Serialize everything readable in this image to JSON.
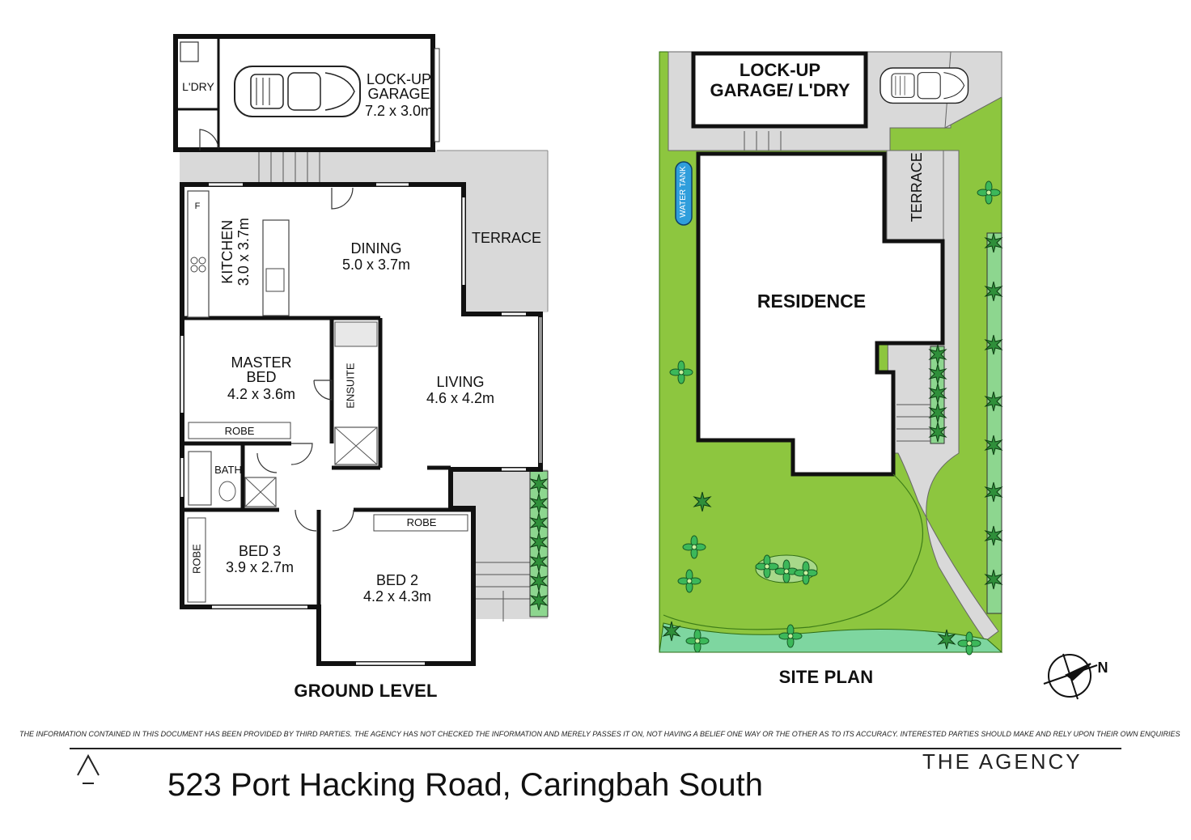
{
  "ground_level": {
    "title": "GROUND LEVEL",
    "rooms": {
      "laundry": "L'DRY",
      "garage_name": "LOCK-UP GARAGE",
      "garage_size": "7.2 x 3.0m",
      "kitchen_name": "KITCHEN",
      "kitchen_size": "3.0 x 3.7m",
      "fridge": "F",
      "dining_name": "DINING",
      "dining_size": "5.0 x 3.7m",
      "terrace": "TERRACE",
      "master_name": "MASTER BED",
      "master_size": "4.2 x 3.6m",
      "ensuite": "ENSUITE",
      "living_name": "LIVING",
      "living_size": "4.6 x 4.2m",
      "robe": "ROBE",
      "bath": "BATH",
      "bed3_name": "BED 3",
      "bed3_size": "3.9 x 2.7m",
      "bed2_name": "BED 2",
      "bed2_size": "4.2 x 4.3m"
    }
  },
  "site_plan": {
    "title": "SITE PLAN",
    "garage": "LOCK-UP GARAGE/ L'DRY",
    "residence": "RESIDENCE",
    "terrace": "TERRACE",
    "water_tank": "WATER TANK",
    "north_symbol": "N"
  },
  "colors": {
    "wall": "#111111",
    "hatch": "#d9d9d9",
    "grass": "#8dc63f",
    "grass_dark": "#2e8b2e",
    "shrub": "#4cc26a"
  },
  "footer": {
    "disclaimer": "THE INFORMATION CONTAINED IN THIS DOCUMENT HAS BEEN PROVIDED BY THIRD PARTIES. THE AGENCY HAS NOT CHECKED THE INFORMATION AND MERELY PASSES IT ON, NOT HAVING A BELIEF ONE WAY OR THE OTHER AS TO ITS ACCURACY. INTERESTED PARTIES SHOULD MAKE AND RELY UPON THEIR OWN ENQUIRIES",
    "address": "523 Port Hacking Road, Caringbah South",
    "agency": "THE AGENCY"
  }
}
